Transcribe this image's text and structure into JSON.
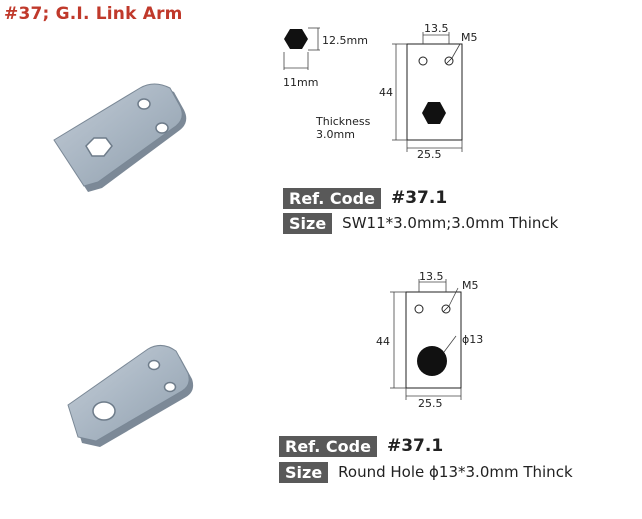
{
  "title": "#37; G.I. Link Arm",
  "drawing1": {
    "hex_height": "12.5mm",
    "hex_width": "11mm",
    "thickness_label": "Thickness",
    "thickness_value": "3.0mm",
    "top_dim": "13.5",
    "hole_label": "M5",
    "height_dim": "44",
    "width_dim": "25.5"
  },
  "spec1": {
    "ref_label": "Ref. Code",
    "ref_value": "#37.1",
    "size_label": "Size",
    "size_value": "SW11*3.0mm;3.0mm Thinck"
  },
  "drawing2": {
    "top_dim": "13.5",
    "hole_label": "M5",
    "round_label": "ϕ13",
    "height_dim": "44",
    "width_dim": "25.5"
  },
  "spec2": {
    "ref_label": "Ref. Code",
    "ref_value": "#37.1",
    "size_label": "Size",
    "size_value": "Round Hole ϕ13*3.0mm Thinck"
  },
  "colors": {
    "title": "#c0392b",
    "badge": "#595959",
    "metal": "#a9b6c3"
  }
}
